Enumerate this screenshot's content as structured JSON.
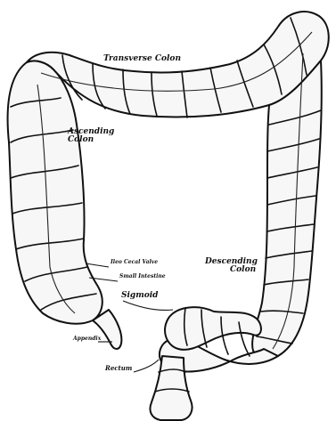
{
  "labels": {
    "transverse_colon": "Transverse Colon",
    "ascending_colon_line1": "Ascending",
    "ascending_colon_line2": "Colon",
    "ileocecal_valve": "Ileo Cecal Valve",
    "small_intestine": "Small Intestine",
    "sigmoid": "Sigmoid",
    "appendix": "Appendix",
    "descending_colon_line1": "Descending",
    "descending_colon_line2": "Colon",
    "rectum": "Rectum"
  }
}
